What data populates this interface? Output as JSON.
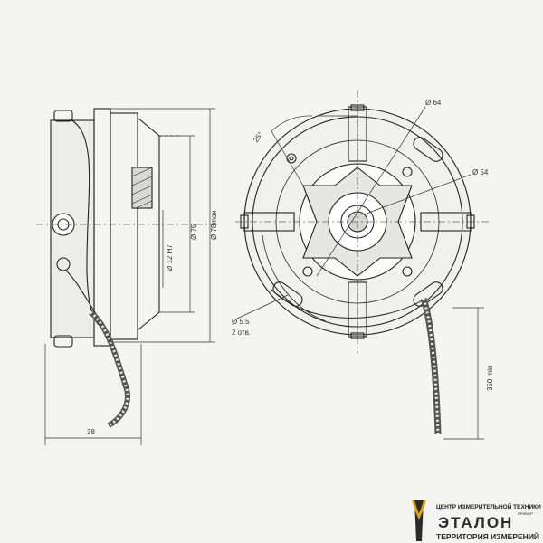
{
  "dimensions": {
    "d64": "Ø 64",
    "d54": "Ø 54",
    "d55": "Ø 5.5",
    "holes": "2 отв.",
    "angle": "25°",
    "length350": "350 min",
    "d12": "Ø 12 H7",
    "d75": "Ø 75",
    "d78": "Ø 78max",
    "width38": "38"
  },
  "brand": {
    "top_line": "ЦЕНТР ИЗМЕРИТЕЛЬНОЙ ТЕХНИКИ",
    "small_label": "ПРИБОР",
    "name": "ЭТАЛОН",
    "bottom_line": "ТЕРРИТОРИЯ ИЗМЕРЕНИЙ",
    "colors": {
      "gold": "#e3a51c",
      "dark": "#2b2b2b"
    }
  }
}
